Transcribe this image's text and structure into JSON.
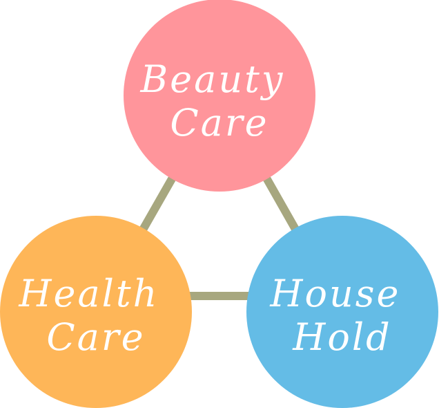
{
  "diagram": {
    "connector_color": "#a7a77f",
    "nodes": [
      {
        "id": "beauty-care",
        "lines": [
          "Beauty",
          "Care"
        ],
        "color": "#ff959b"
      },
      {
        "id": "health-care",
        "lines": [
          "Health",
          "Care"
        ],
        "color": "#feb658"
      },
      {
        "id": "house-hold",
        "lines": [
          "House",
          "Hold"
        ],
        "color": "#64bce6"
      }
    ]
  }
}
